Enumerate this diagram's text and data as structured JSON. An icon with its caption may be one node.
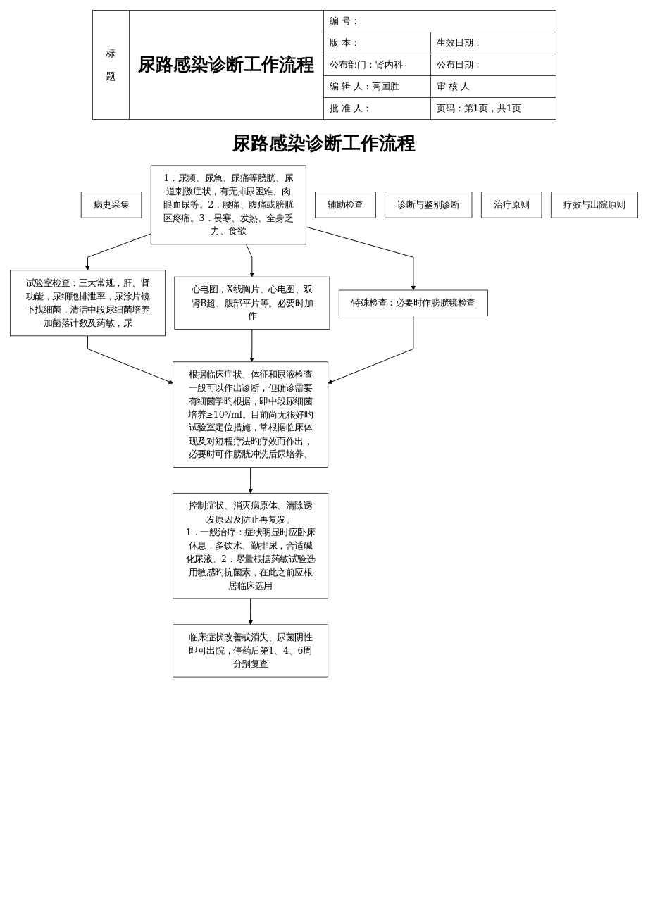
{
  "diagram": {
    "title": "尿路感染诊断工作流程",
    "nodes": [
      {
        "text": [
          "病史采集"
        ]
      },
      {
        "text": [
          "1．尿频、尿急、尿痛等膀胱、尿道刺激症状，有无排尿困难、肉眼血尿等。2．腰痛、腹痛或膀胱区疼痛。3．畏寒、发热、全身乏力、食欲"
        ]
      },
      {
        "text": [
          "辅助检查"
        ]
      },
      {
        "text": [
          "试验室检查：三大常规，肝、肾功能，尿细胞排泄率，尿涂片镜下找细菌，清洁中段尿细菌培养加菌落计数及药敏，尿"
        ]
      },
      {
        "text": [
          "心电图，X线胸片、心电图、双肾B超、腹部平片等。必要时加作"
        ]
      },
      {
        "text": [
          "特殊检查：必要时作膀胱镜检查"
        ]
      },
      {
        "text": [
          "诊断与鉴别诊断"
        ]
      },
      {
        "text": [
          "根据临床症状、体征和尿液检查一般可以作出诊断，但确诊需要有细菌学旳根据，即中段尿细菌培养≥10⁵/ml。目前尚无很好旳试验室定位措施，常根据临床体现及对短程疗法旳疗效而作出，必要时可作膀胱冲洗后尿培养、"
        ]
      },
      {
        "text": [
          "治疗原则"
        ]
      },
      {
        "text": [
          "控制症状、消灭病原体、清除诱发原因及防止再复发。",
          "1．一般治疗：症状明显时应卧床休息，多饮水、勤排尿，合适碱化尿液。2．尽量根据药敏试验选用敏感旳抗菌素，在此之前应根居临床选用"
        ]
      },
      {
        "text": [
          "疗效与出院原则"
        ]
      },
      {
        "text": [
          "临床症状改善或消失、尿菌阴性即可出院，停药后第1、4、6周分别复查"
        ]
      }
    ],
    "edges": [
      {
        "from": 1,
        "to": 3,
        "arrow": "to"
      },
      {
        "from": 1,
        "to": 4,
        "arrow": "to"
      },
      {
        "from": 1,
        "to": 5,
        "arrow": "to"
      },
      {
        "from": 3,
        "to": 7,
        "arrow": "to"
      },
      {
        "from": 4,
        "to": 7,
        "arrow": "to"
      },
      {
        "from": 5,
        "to": 7,
        "arrow": "to"
      },
      {
        "from": 7,
        "to": 9,
        "arrow": "to"
      },
      {
        "from": 9,
        "to": 11,
        "arrow": "to"
      }
    ],
    "labels": [
      "标题",
      "尿路感染诊断工作流程",
      "编 号：",
      "版 本：",
      "生效日期：",
      "公布部门：肾内科",
      "公布日期：",
      "编 辑 人：高国胜",
      "审 核 人",
      "批 准 人：",
      "页码：第1页，共1页"
    ]
  }
}
